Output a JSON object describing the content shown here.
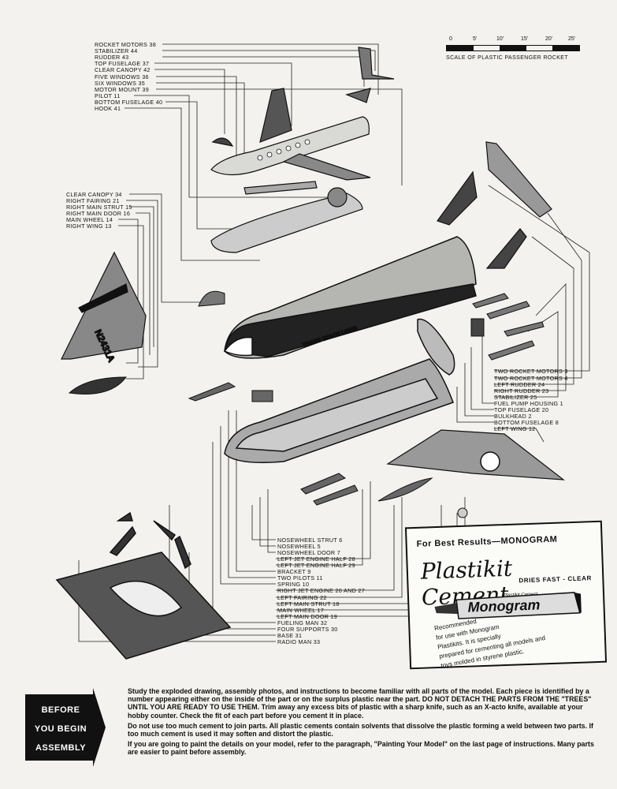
{
  "scale": {
    "ticks": [
      "0",
      "5'",
      "10'",
      "15'",
      "20'",
      "25'"
    ],
    "caption": "SCALE OF PLASTIC PASSENGER ROCKET"
  },
  "callouts_top": [
    "ROCKET MOTORS 38",
    "STABILIZER 44",
    "RUDDER 43",
    "TOP FUSELAGE 37",
    "CLEAR CANOPY 42",
    "FIVE WINDOWS 36",
    "SIX WINDOWS 35",
    "MOTOR MOUNT 39",
    "PILOT 11",
    "BOTTOM FUSELAGE 40",
    "HOOK 41"
  ],
  "callouts_left": [
    "CLEAR CANOPY 34",
    "RIGHT FAIRING 21",
    "RIGHT MAIN STRUT 15",
    "RIGHT MAIN DOOR 16",
    "MAIN WHEEL 14",
    "RIGHT WING 13"
  ],
  "callouts_right": [
    "TWO ROCKET MOTORS 3",
    "TWO ROCKET MOTORS 4",
    "LEFT RUDDER 24",
    "RIGHT RUDDER 23",
    "STABILIZER 25",
    "FUEL PUMP HOUSING 1",
    "TOP FUSELAGE 20",
    "BULKHEAD 2",
    "BOTTOM FUSELAGE 8",
    "LEFT WING 12"
  ],
  "callouts_bottom": [
    "NOSEWHEEL STRUT 6",
    "NOSEWHEEL 5",
    "NOSEWHEEL DOOR 7",
    "LEFT JET ENGINE HALF 28",
    "LEFT JET ENGINE HALF 29",
    "BRACKET 9",
    "TWO PILOTS 11",
    "SPRING 10",
    "RIGHT JET ENGINE 26 AND 27",
    "LEFT FAIRING 22",
    "LEFT MAIN STRUT 18",
    "MAIN WHEEL 17",
    "LEFT MAIN DOOR 19",
    "FUELING MAN 32",
    "FOUR SUPPORTS 30",
    "BASE 31",
    "RADIO MAN 33"
  ],
  "model_markings": {
    "fuselage_text": "TRANS SPACE LINES",
    "wing_text": "N2431A"
  },
  "ad": {
    "headline": "For Best Results—MONOGRAM",
    "product": "Plastikit Cement",
    "tagline": "DRIES FAST - CLEAR",
    "tube_small": "Plastikit Cement",
    "tube_brand": "Monogram",
    "recommendation": [
      "Recommended",
      "for use with Monogram",
      "Plastikits. It is specially",
      "prepared for cementing all models and",
      "toys molded in styrene plastic."
    ]
  },
  "badge": {
    "lines": [
      "BEFORE",
      "YOU BEGIN",
      "ASSEMBLY"
    ]
  },
  "instructions": [
    "Study the exploded drawing, assembly photos, and instructions to become familiar with all parts of the model. Each piece is identified by a number appearing either on the inside of the part or on the surplus plastic near the part. DO NOT DETACH THE PARTS FROM THE \"TREES\" UNTIL YOU ARE READY TO USE THEM. Trim away any excess bits of plastic with a sharp knife, such as an X-acto knife, available at your hobby counter. Check the fit of each part before you cement it in place.",
    "Do not use too much cement to join parts. All plastic cements contain solvents that dissolve the plastic forming a weld between two parts. If too much cement is used it may soften and distort the plastic.",
    "If you are going to paint the details on your model, refer to the paragraph, \"Painting Your Model\" on the last page of instructions. Many parts are easier to paint before assembly."
  ]
}
